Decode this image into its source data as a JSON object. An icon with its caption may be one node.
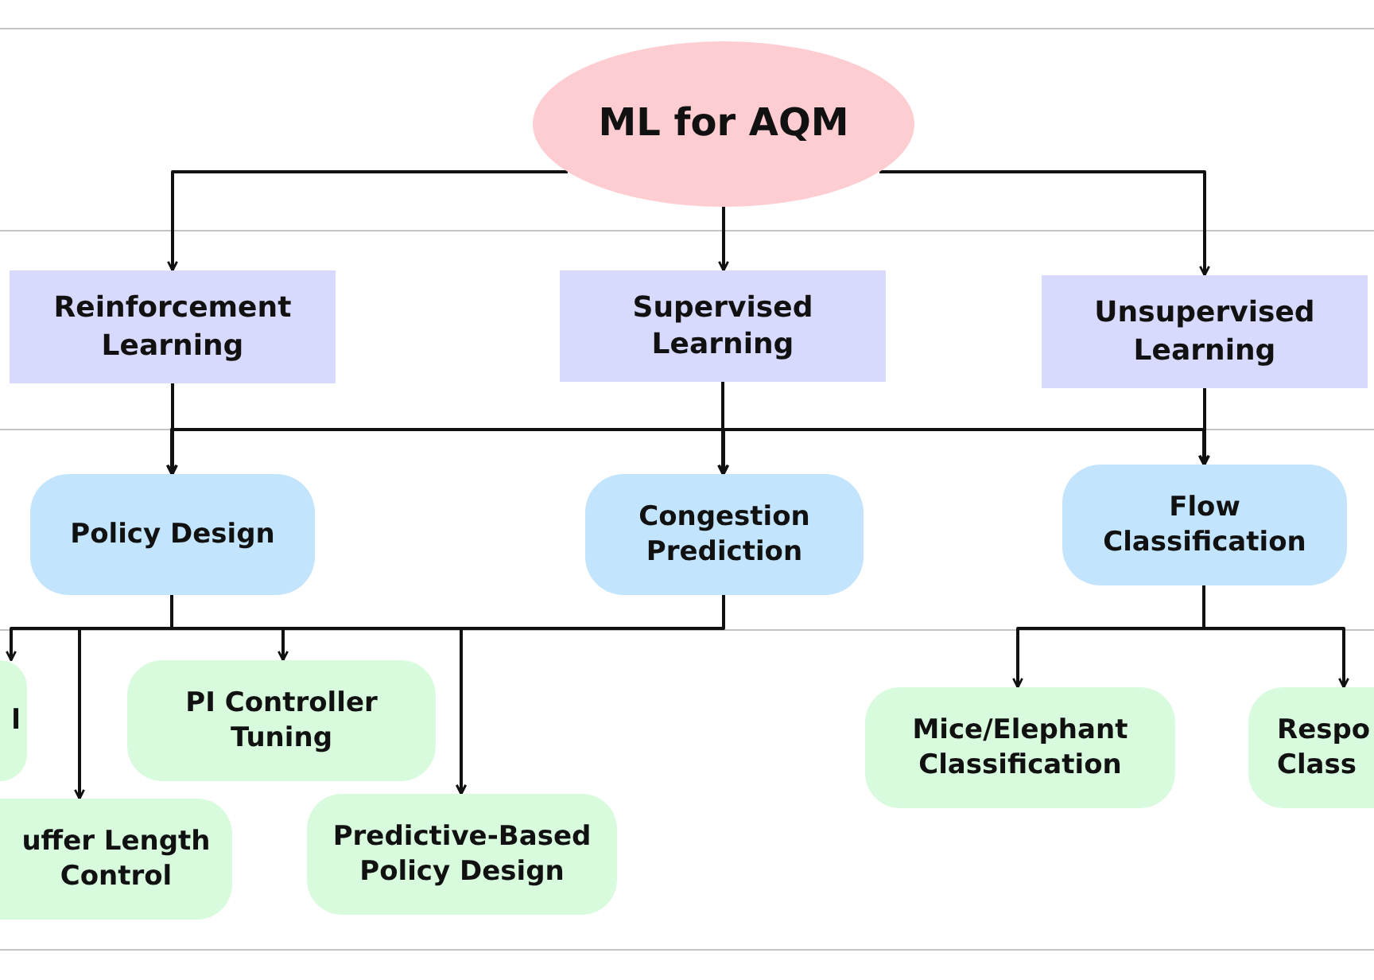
{
  "diagram": {
    "nodes": [
      {
        "text": [
          "ML for AQM"
        ]
      },
      {
        "text": [
          "Reinforcement Learning"
        ]
      },
      {
        "text": [
          "Supervised Learning"
        ]
      },
      {
        "text": [
          "Unsupervised Learning"
        ]
      },
      {
        "text": [
          "Policy Design"
        ]
      },
      {
        "text": [
          "Congestion Prediction"
        ]
      },
      {
        "text": [
          "Flow Classification"
        ]
      },
      {
        "text": [
          "l"
        ]
      },
      {
        "text": [
          "PI Controller Tuning"
        ]
      },
      {
        "text": [
          "uffer Length Control"
        ]
      },
      {
        "text": [
          "Predictive-Based Policy Design"
        ]
      },
      {
        "text": [
          "Mice/Elephant Classification"
        ]
      },
      {
        "text": [
          "Respo Class"
        ]
      }
    ],
    "edges": [
      {
        "from": 0,
        "to": 1,
        "arrow": "to"
      },
      {
        "from": 0,
        "to": 2,
        "arrow": "to"
      },
      {
        "from": 0,
        "to": 3,
        "arrow": "to"
      },
      {
        "from": 1,
        "to": 4,
        "arrow": "to"
      },
      {
        "from": 1,
        "to": 5,
        "arrow": "to"
      },
      {
        "from": 1,
        "to": 6,
        "arrow": "to"
      },
      {
        "from": 2,
        "to": 4,
        "arrow": "to"
      },
      {
        "from": 2,
        "to": 5,
        "arrow": "to"
      },
      {
        "from": 2,
        "to": 6,
        "arrow": "to"
      },
      {
        "from": 3,
        "to": 4,
        "arrow": "to"
      },
      {
        "from": 3,
        "to": 5,
        "arrow": "to"
      },
      {
        "from": 3,
        "to": 6,
        "arrow": "to"
      },
      {
        "from": 4,
        "to": 7,
        "arrow": "to"
      },
      {
        "from": 4,
        "to": 9,
        "arrow": "to"
      },
      {
        "from": 4,
        "to": 8,
        "arrow": "to"
      },
      {
        "from": 4,
        "to": 10,
        "arrow": "to"
      },
      {
        "from": 5,
        "to": 10,
        "arrow": "to"
      },
      {
        "from": 6,
        "to": 11,
        "arrow": "to"
      },
      {
        "from": 6,
        "to": 12,
        "arrow": "to"
      }
    ]
  }
}
